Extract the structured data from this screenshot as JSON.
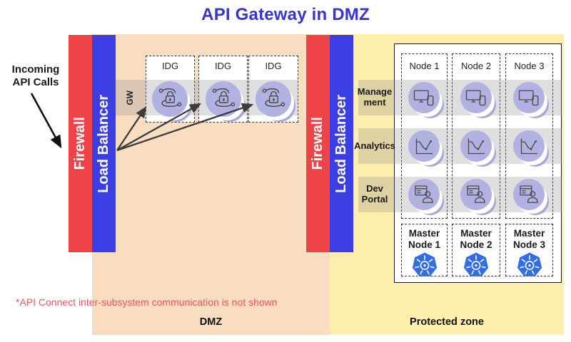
{
  "title": "API Gateway in DMZ",
  "incoming": {
    "label": "Incoming\nAPI Calls"
  },
  "barriers": {
    "firewall": "Firewall",
    "load_balancer": "Load Balancer"
  },
  "dmz": {
    "zone_label": "DMZ",
    "gw_label": "GW",
    "gateways": [
      {
        "label": "IDG"
      },
      {
        "label": "IDG"
      },
      {
        "label": "IDG"
      }
    ]
  },
  "protected": {
    "zone_label": "Protected zone",
    "nodes": [
      {
        "label": "Node 1"
      },
      {
        "label": "Node 2"
      },
      {
        "label": "Node 3"
      }
    ],
    "rows": [
      {
        "label": "Manage\nment",
        "icon": "management-devices-icon"
      },
      {
        "label": "Analytics",
        "icon": "analytics-chart-icon"
      },
      {
        "label": "Dev\nPortal",
        "icon": "dev-portal-icon"
      }
    ],
    "masters": [
      {
        "label": "Master\nNode 1"
      },
      {
        "label": "Master\nNode 2"
      },
      {
        "label": "Master\nNode 3"
      }
    ]
  },
  "footnote": {
    "text": "*API Connect inter-subsystem communication is not shown"
  },
  "colors": {
    "title_blue": "#3434d8",
    "firewall_red": "#f04348",
    "load_balancer_blue": "#3a3ee4",
    "dmz_peach": "#f8ddc1",
    "protected_yellow": "#feeeab",
    "icon_lavender": "#b2b2e2",
    "kubernetes_blue": "#326de6",
    "footnote_red": "#f4545f"
  }
}
